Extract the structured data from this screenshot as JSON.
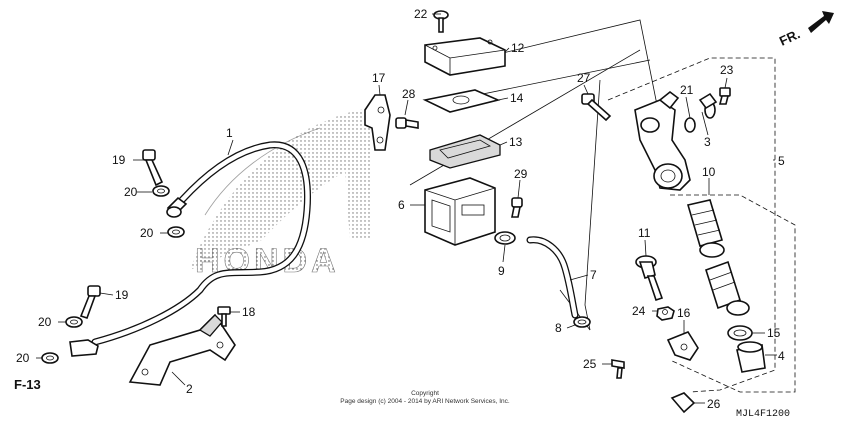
{
  "diagram": {
    "callouts": [
      "1",
      "2",
      "3",
      "4",
      "5",
      "6",
      "7",
      "8",
      "9",
      "10",
      "11",
      "12",
      "13",
      "14",
      "15",
      "16",
      "17",
      "18",
      "19",
      "20",
      "21",
      "22",
      "23",
      "24",
      "25",
      "26",
      "27",
      "28",
      "29"
    ],
    "direction_marker": "FR.",
    "reference": "F-13",
    "brand_watermark": "HONDA",
    "copyright_line1": "Copyright",
    "copyright_line2": "Page design (c) 2004 - 2014 by ARI Network Services, Inc.",
    "diagram_code": "MJL4F1200"
  }
}
